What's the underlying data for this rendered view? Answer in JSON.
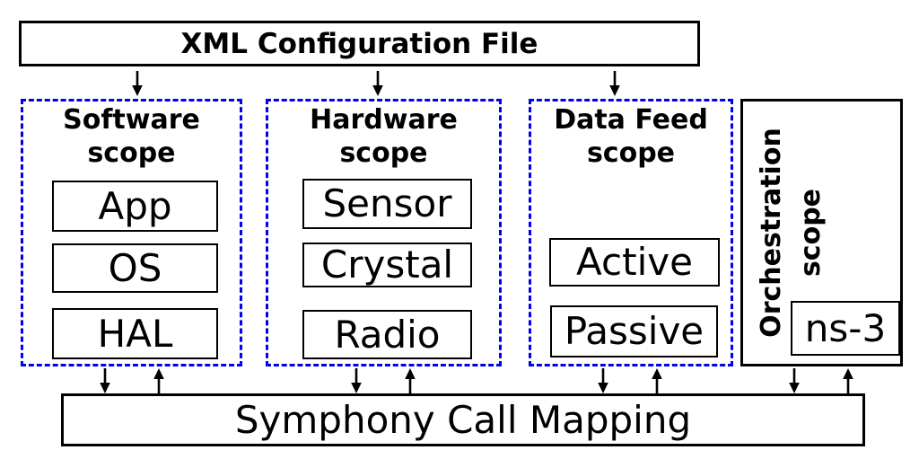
{
  "top_box": {
    "label": "XML Configuration File"
  },
  "bottom_box": {
    "label": "Symphony Call Mapping"
  },
  "scopes": [
    {
      "title_line1": "Software",
      "title_line2": "scope",
      "items": [
        "App",
        "OS",
        "HAL"
      ]
    },
    {
      "title_line1": "Hardware",
      "title_line2": "scope",
      "items": [
        "Sensor",
        "Crystal",
        "Radio"
      ]
    },
    {
      "title_line1": "Data Feed",
      "title_line2": "scope",
      "items": [
        "Active",
        "Passive"
      ]
    },
    {
      "title_line1": "Orchestration",
      "title_line2": "scope",
      "items": [
        "ns-3"
      ]
    }
  ],
  "colors": {
    "dashed_scope_border": "#0000ee",
    "solid_border": "#000000",
    "background": "#ffffff",
    "text": "#000000"
  }
}
